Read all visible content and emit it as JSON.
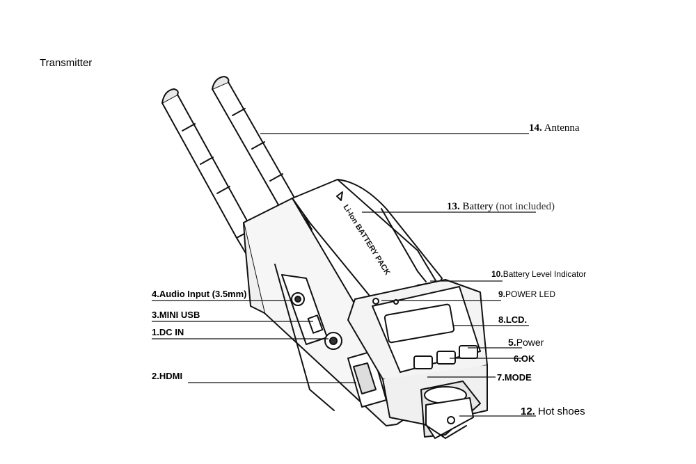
{
  "title": "Transmitter",
  "labels": {
    "antenna": {
      "num": "14.",
      "text": "Antenna"
    },
    "battery": {
      "num": "13.",
      "text": "Battery",
      "note": "(not included)"
    },
    "battery_level": {
      "num": "10.",
      "text": "Battery Level Indicator"
    },
    "power_led": {
      "num": "9.",
      "text": "POWER LED"
    },
    "lcd": {
      "num": "8.",
      "text": "LCD."
    },
    "power": {
      "num": "5.",
      "text": "Power"
    },
    "ok": {
      "num": "6.",
      "text": "OK"
    },
    "mode": {
      "num": "7.",
      "text": "MODE"
    },
    "hot_shoes": {
      "num": "12.",
      "text": "Hot shoes"
    },
    "audio_input": {
      "num": "4.",
      "text": "Audio Input (3.5mm)"
    },
    "mini_usb": {
      "num": "3.",
      "text": "MINI USB"
    },
    "dc_in": {
      "num": "1.",
      "text": "DC IN"
    },
    "hdmi": {
      "num": "2.",
      "text": "HDMI"
    }
  },
  "battery_pack_text": "Li-Ion BATTERY PACK"
}
